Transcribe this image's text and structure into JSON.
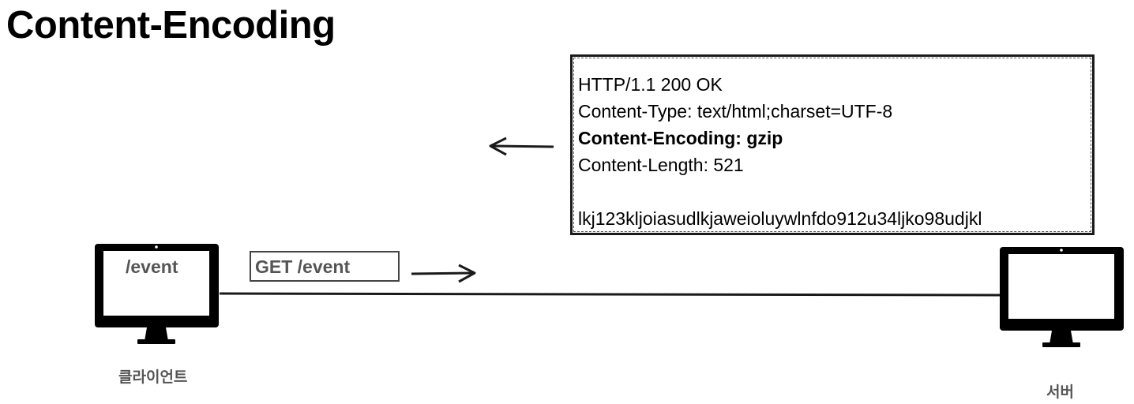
{
  "title": "Content-Encoding",
  "response": {
    "lines": [
      "HTTP/1.1 200 OK",
      "Content-Type: text/html;charset=UTF-8",
      "Content-Encoding: gzip",
      "Content-Length: 521",
      "",
      "lkj123kljoiasudlkjaweioluywlnfdo912u34ljko98udjkl"
    ],
    "bold_line_index": 2
  },
  "request": {
    "label": "GET /event"
  },
  "client": {
    "label": "클라이언트",
    "screen_text": "/event",
    "icon": "monitor-icon"
  },
  "server": {
    "label": "서버",
    "icon": "monitor-icon"
  },
  "colors": {
    "stroke": "#1a1a1a",
    "muted_text": "#555555"
  }
}
